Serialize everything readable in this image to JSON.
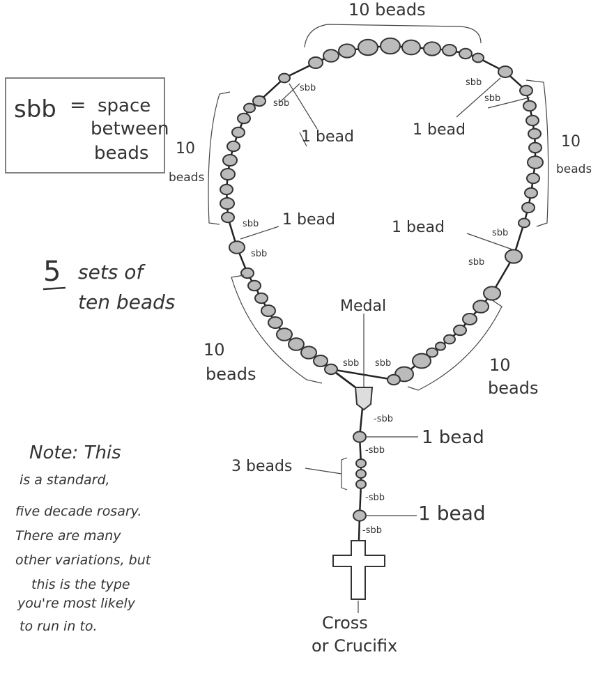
{
  "legend": {
    "term": "sbb",
    "equals": "=",
    "definition_lines": [
      "space",
      "between",
      "beads"
    ]
  },
  "labels": {
    "ten_beads": "10 beads",
    "ten": "10",
    "beads": "beads",
    "one_bead": "1 bead",
    "sbb": "sbb",
    "dash_sbb": "-sbb",
    "medal": "Medal",
    "three_beads": "3 beads",
    "cross_line1": "Cross",
    "cross_line2": "or Crucifix"
  },
  "sets": {
    "number": "5",
    "line1": "sets of",
    "line2": "ten beads"
  },
  "note": {
    "lines": [
      "Note: This",
      "is a standard,",
      "five decade rosary.",
      "There are many",
      "other variations, but",
      "this is the type",
      "you're most likely",
      "to run in to."
    ]
  }
}
